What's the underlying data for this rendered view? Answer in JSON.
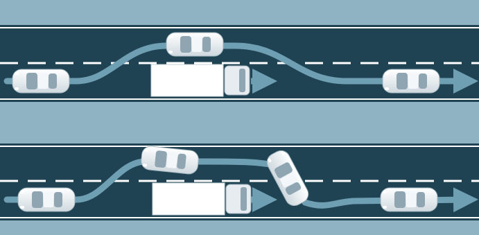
{
  "colors": {
    "sidewalk": "#8fb3c2",
    "road": "#1f4352",
    "road_edge": "#163644",
    "edge_line": "#ffffff",
    "lane_dash": "#ffffff",
    "path": "#6f9fb3",
    "car_body": "#e9eef1",
    "car_glass": "#8fa6b2",
    "truck_box": "#ffffff",
    "truck_cab": "#e6ecef"
  },
  "scenarios": [
    {
      "name": "safe-overtake",
      "outcome": "completed",
      "vehicles": [
        "car-start",
        "car-passing",
        "truck",
        "car-finish"
      ]
    },
    {
      "name": "aborted-overtake",
      "outcome": "swerve-back",
      "vehicles": [
        "car-start",
        "car-passing",
        "truck",
        "car-swerving",
        "car-finish"
      ]
    }
  ]
}
